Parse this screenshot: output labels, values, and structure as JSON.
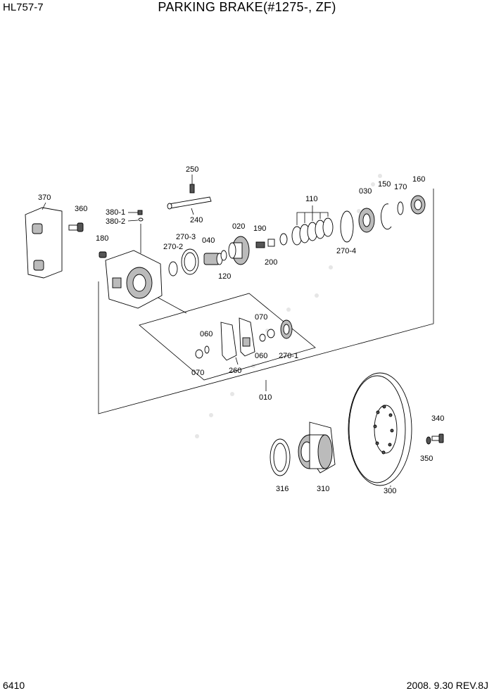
{
  "header": {
    "model": "HL757-7",
    "title": "PARKING BRAKE(#1275-, ZF)"
  },
  "footer": {
    "page_number": "6410",
    "date_rev": "2008. 9.30  REV.8J"
  },
  "part_labels": {
    "p250": "250",
    "p240": "240",
    "p370": "370",
    "p360": "360",
    "p380_1": "380-1",
    "p380_2": "380-2",
    "p180": "180",
    "p270_3": "270-3",
    "p270_2": "270-2",
    "p040": "040",
    "p120": "120",
    "p020": "020",
    "p190": "190",
    "p200": "200",
    "p110": "110",
    "p270_4": "270-4",
    "p030": "030",
    "p150": "150",
    "p170": "170",
    "p160": "160",
    "p060a": "060",
    "p070a": "070",
    "p260": "260",
    "p070b": "070",
    "p060b": "060",
    "p270_1": "270-1",
    "p010": "010",
    "p340": "340",
    "p350": "350",
    "p316": "316",
    "p310": "310",
    "p300": "300"
  }
}
